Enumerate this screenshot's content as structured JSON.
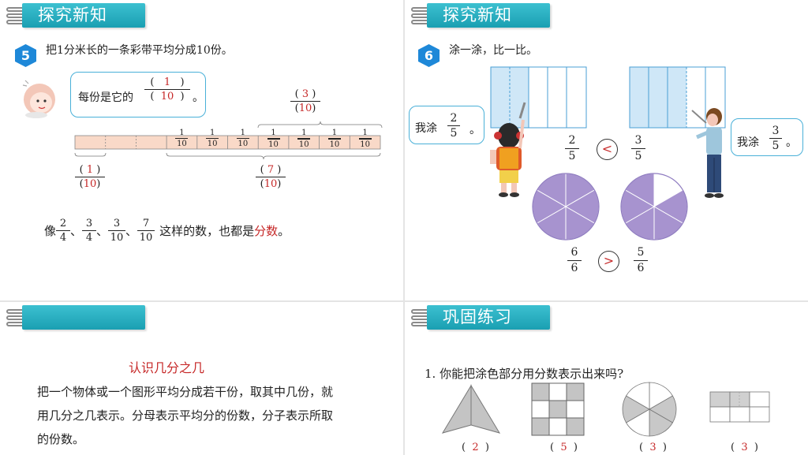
{
  "panel1": {
    "title": "探究新知",
    "badge": "5",
    "problem": "把1分米长的一条彩带平均分成10份。",
    "bubble_prefix": "每份是它的",
    "bubble_num": "1",
    "bubble_den": "10",
    "bubble_suffix": "。",
    "paren_open": "(",
    "paren_close": ")",
    "segment_num": "1",
    "segment_den": "10",
    "label_left_num": "1",
    "label_left_den": "10",
    "label_top_num": "3",
    "label_top_den": "10",
    "label_bottom_num": "7",
    "label_bottom_den": "10",
    "footer_prefix": "像",
    "footer_fracs": [
      {
        "n": "2",
        "d": "4"
      },
      {
        "n": "3",
        "d": "4"
      },
      {
        "n": "3",
        "d": "10"
      },
      {
        "n": "7",
        "d": "10"
      }
    ],
    "footer_sep": "、",
    "footer_mid": "这样的数，也都是",
    "footer_key": "分数",
    "footer_end": "。"
  },
  "panel2": {
    "title": "探究新知",
    "badge": "6",
    "problem": "涂一涂，比一比。",
    "left_bubble_text": "我涂",
    "left_bubble_num": "2",
    "left_bubble_den": "5",
    "left_bubble_end": "。",
    "right_bubble_text": "我涂",
    "right_bubble_num": "3",
    "right_bubble_den": "5",
    "right_bubble_end": "。",
    "cmp1_left": {
      "n": "2",
      "d": "5"
    },
    "cmp1_sign": "<",
    "cmp1_right": {
      "n": "3",
      "d": "5"
    },
    "cmp2_left": {
      "n": "6",
      "d": "6"
    },
    "cmp2_sign": ">",
    "cmp2_right": {
      "n": "5",
      "d": "6"
    },
    "accent": "#c62828",
    "fill_blue": "#cfe7f7",
    "fill_purple": "#a793cf"
  },
  "panel3": {
    "title": "",
    "heading": "认识几分之几",
    "body_lines": [
      "把一个物体或一个图形平均分成若干份，取其中几份，就",
      "用几分之几表示。分母表示平均分的份数，分子表示所取",
      "的份数。"
    ]
  },
  "panel4": {
    "title": "巩固练习",
    "question": "1. 你能把涂色部分用分数表示出来吗?",
    "answers": [
      "2",
      "5",
      "3",
      "3"
    ]
  },
  "colors": {
    "tab": "#1fa6b8",
    "bubble_border": "#49b0d8",
    "badge": "#1e88d8",
    "ribbon": "#f9d9c8"
  }
}
